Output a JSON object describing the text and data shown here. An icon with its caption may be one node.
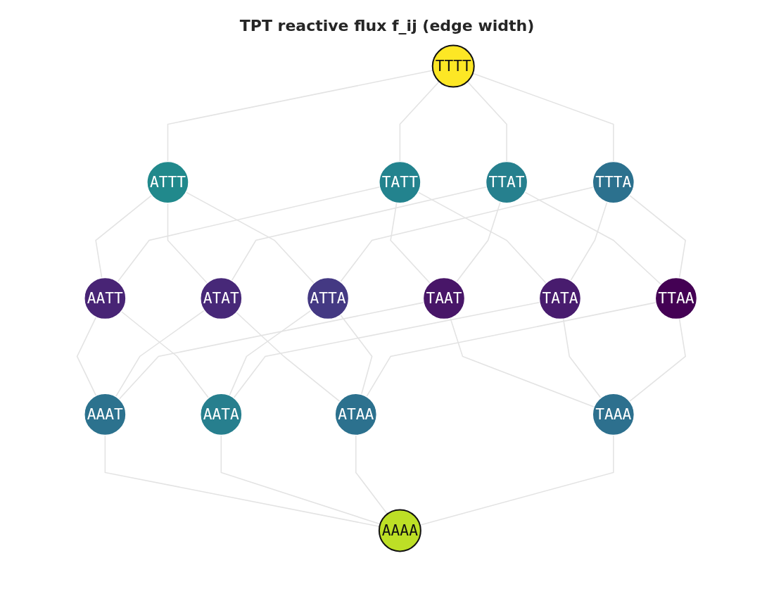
{
  "diagram": {
    "title": "TPT reactive flux f_ij (edge width)",
    "nodes": [
      {
        "text": [
          "TTTT"
        ]
      },
      {
        "text": [
          "ATTT"
        ]
      },
      {
        "text": [
          "TATT"
        ]
      },
      {
        "text": [
          "TTAT"
        ]
      },
      {
        "text": [
          "TTTA"
        ]
      },
      {
        "text": [
          "AATT"
        ]
      },
      {
        "text": [
          "ATAT"
        ]
      },
      {
        "text": [
          "ATTA"
        ]
      },
      {
        "text": [
          "TAAT"
        ]
      },
      {
        "text": [
          "TATA"
        ]
      },
      {
        "text": [
          "TTAA"
        ]
      },
      {
        "text": [
          "AAAT"
        ]
      },
      {
        "text": [
          "AATA"
        ]
      },
      {
        "text": [
          "ATAA"
        ]
      },
      {
        "text": [
          "TAAA"
        ]
      },
      {
        "text": [
          "AAAA"
        ]
      }
    ],
    "edges": [
      {
        "from": 0,
        "to": 1,
        "arrow": "none"
      },
      {
        "from": 0,
        "to": 2,
        "arrow": "none"
      },
      {
        "from": 0,
        "to": 3,
        "arrow": "none"
      },
      {
        "from": 0,
        "to": 4,
        "arrow": "none"
      },
      {
        "from": 1,
        "to": 5,
        "arrow": "none"
      },
      {
        "from": 1,
        "to": 6,
        "arrow": "none"
      },
      {
        "from": 1,
        "to": 7,
        "arrow": "none"
      },
      {
        "from": 2,
        "to": 5,
        "arrow": "none"
      },
      {
        "from": 2,
        "to": 8,
        "arrow": "none"
      },
      {
        "from": 2,
        "to": 9,
        "arrow": "none"
      },
      {
        "from": 3,
        "to": 6,
        "arrow": "none"
      },
      {
        "from": 3,
        "to": 8,
        "arrow": "none"
      },
      {
        "from": 3,
        "to": 10,
        "arrow": "none"
      },
      {
        "from": 4,
        "to": 7,
        "arrow": "none"
      },
      {
        "from": 4,
        "to": 9,
        "arrow": "none"
      },
      {
        "from": 4,
        "to": 10,
        "arrow": "none"
      },
      {
        "from": 5,
        "to": 11,
        "arrow": "none"
      },
      {
        "from": 5,
        "to": 12,
        "arrow": "none"
      },
      {
        "from": 6,
        "to": 11,
        "arrow": "none"
      },
      {
        "from": 6,
        "to": 13,
        "arrow": "none"
      },
      {
        "from": 7,
        "to": 12,
        "arrow": "none"
      },
      {
        "from": 7,
        "to": 13,
        "arrow": "none"
      },
      {
        "from": 8,
        "to": 11,
        "arrow": "none"
      },
      {
        "from": 8,
        "to": 14,
        "arrow": "none"
      },
      {
        "from": 9,
        "to": 12,
        "arrow": "none"
      },
      {
        "from": 9,
        "to": 14,
        "arrow": "none"
      },
      {
        "from": 10,
        "to": 13,
        "arrow": "none"
      },
      {
        "from": 10,
        "to": 14,
        "arrow": "none"
      },
      {
        "from": 11,
        "to": 15,
        "arrow": "none"
      },
      {
        "from": 12,
        "to": 15,
        "arrow": "none"
      },
      {
        "from": 13,
        "to": 15,
        "arrow": "none"
      },
      {
        "from": 14,
        "to": 15,
        "arrow": "none"
      }
    ]
  }
}
